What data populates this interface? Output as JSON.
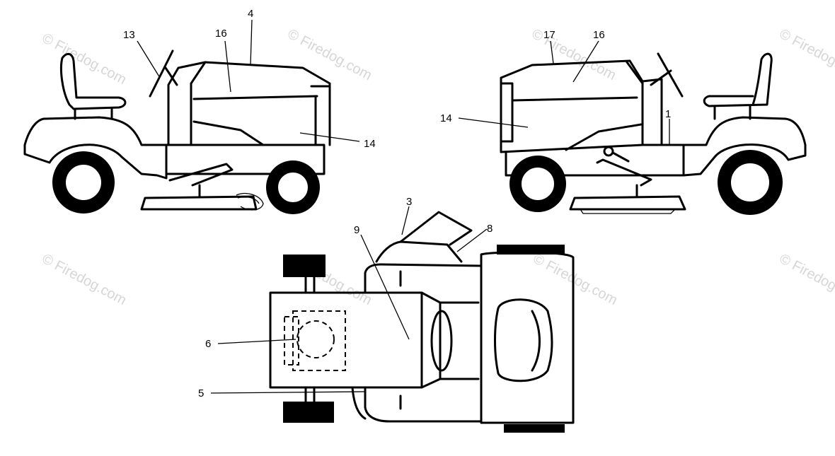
{
  "watermark": "© Firedog.com",
  "callouts": {
    "c1": "1",
    "c3": "3",
    "c4": "4",
    "c5": "5",
    "c6": "6",
    "c8": "8",
    "c9": "9",
    "c13_left": "13",
    "c14_left": "14",
    "c14_right": "14",
    "c16_left": "16",
    "c16_right": "16",
    "c17": "17"
  },
  "colors": {
    "line": "#000000",
    "watermark": "#d6d6d6",
    "background": "#ffffff"
  }
}
